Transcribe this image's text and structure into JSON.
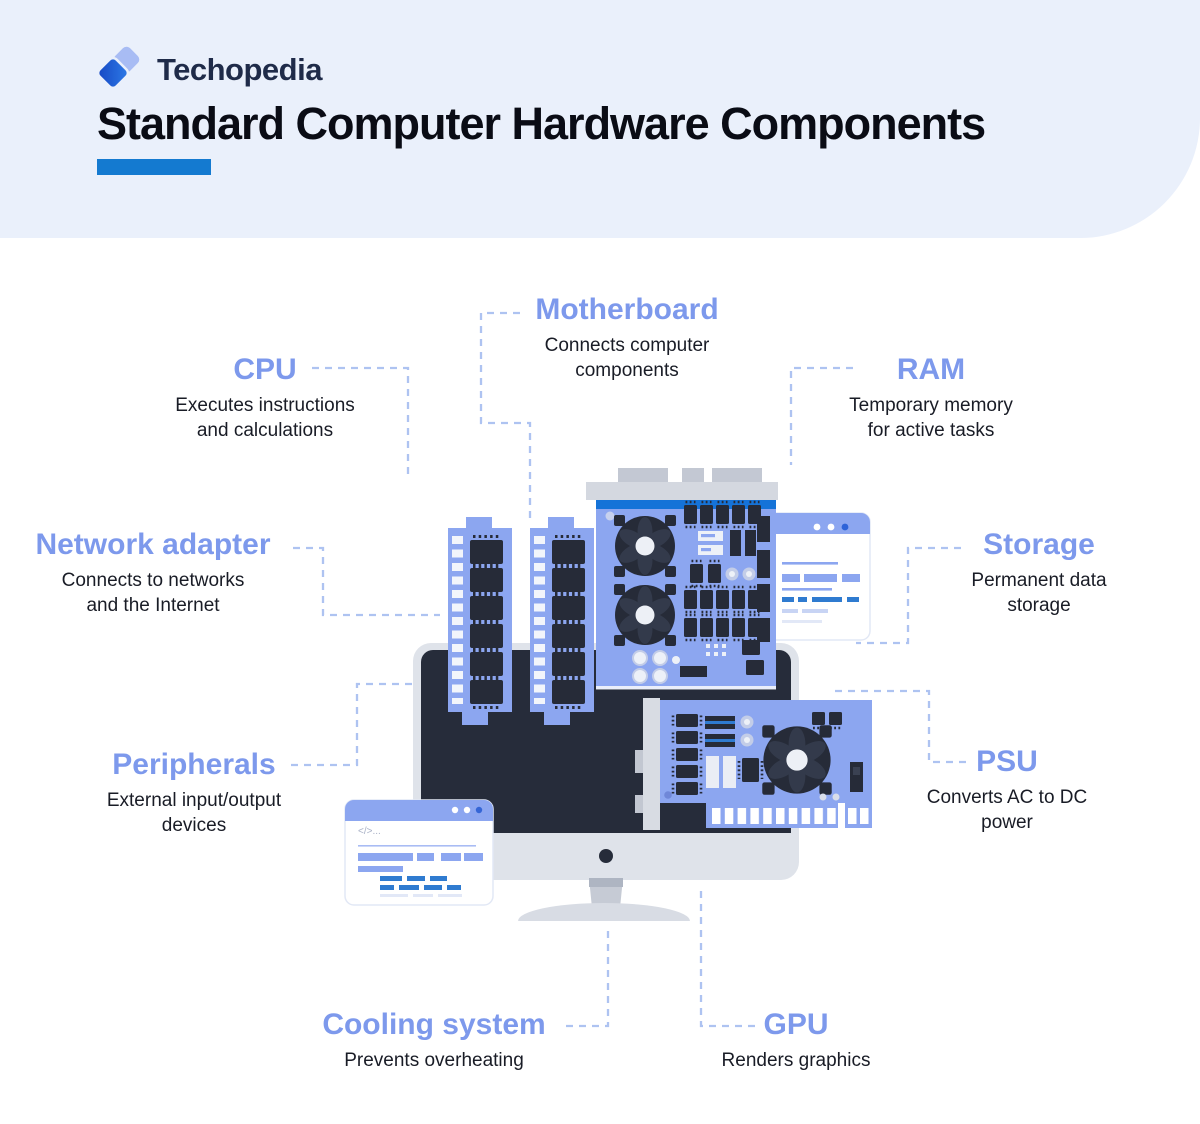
{
  "brand": {
    "name": "Techopedia",
    "logo_icon": "techopedia-logo-icon"
  },
  "title": "Standard Computer Hardware Components",
  "components": [
    {
      "id": "motherboard",
      "title": "Motherboard",
      "description": "Connects computer\ncomponents"
    },
    {
      "id": "cpu",
      "title": "CPU",
      "description": "Executes instructions\nand calculations"
    },
    {
      "id": "ram",
      "title": "RAM",
      "description": "Temporary memory\nfor active tasks"
    },
    {
      "id": "network-adapter",
      "title": "Network adapter",
      "description": "Connects to networks\nand the Internet"
    },
    {
      "id": "storage",
      "title": "Storage",
      "description": "Permanent data\nstorage"
    },
    {
      "id": "peripherals",
      "title": "Peripherals",
      "description": "External input/output\ndevices"
    },
    {
      "id": "psu",
      "title": "PSU",
      "description": "Converts AC to DC\npower"
    },
    {
      "id": "cooling-system",
      "title": "Cooling system",
      "description": "Prevents overheating"
    },
    {
      "id": "gpu",
      "title": "GPU",
      "description": "Renders graphics"
    }
  ],
  "illustration": {
    "code_glyph": "</>..."
  },
  "colors": {
    "header_bg": "#EAF0FB",
    "accent_bar": "#147AD0",
    "label_title": "#7D99EC",
    "dashed_line": "#AEC3F1",
    "board_fill": "#8CA6F0",
    "board_stripe": "#1573D8",
    "dark_component": "#262B38",
    "monitor_silver": "#DFE3EA",
    "code_blue": "#2F7BD0"
  }
}
